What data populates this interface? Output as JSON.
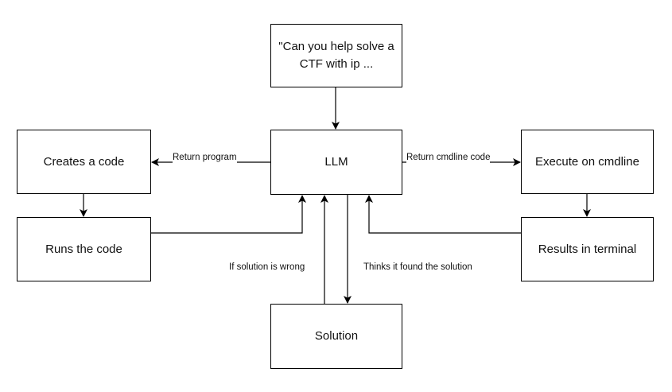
{
  "nodes": {
    "prompt": "\"Can you help solve a CTF with ip ...",
    "llm": "LLM",
    "creates_code": "Creates a code",
    "runs_code": "Runs the code",
    "execute_cmdline": "Execute on cmdline",
    "results_terminal": "Results in terminal",
    "solution": "Solution"
  },
  "edges": {
    "return_program": "Return program",
    "return_cmdline_code": "Return cmdline code",
    "if_solution_wrong": "If solution is wrong",
    "thinks_found_solution": "Thinks it found the solution"
  }
}
